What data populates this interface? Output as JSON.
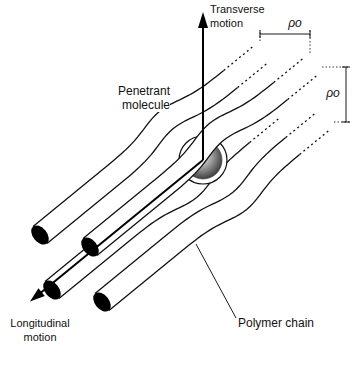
{
  "diagram": {
    "labels": [
      "Transverse motion",
      "ρo",
      "ρo",
      "Penetrant molecule",
      "Longitudinal motion",
      "Polymer chain"
    ]
  }
}
